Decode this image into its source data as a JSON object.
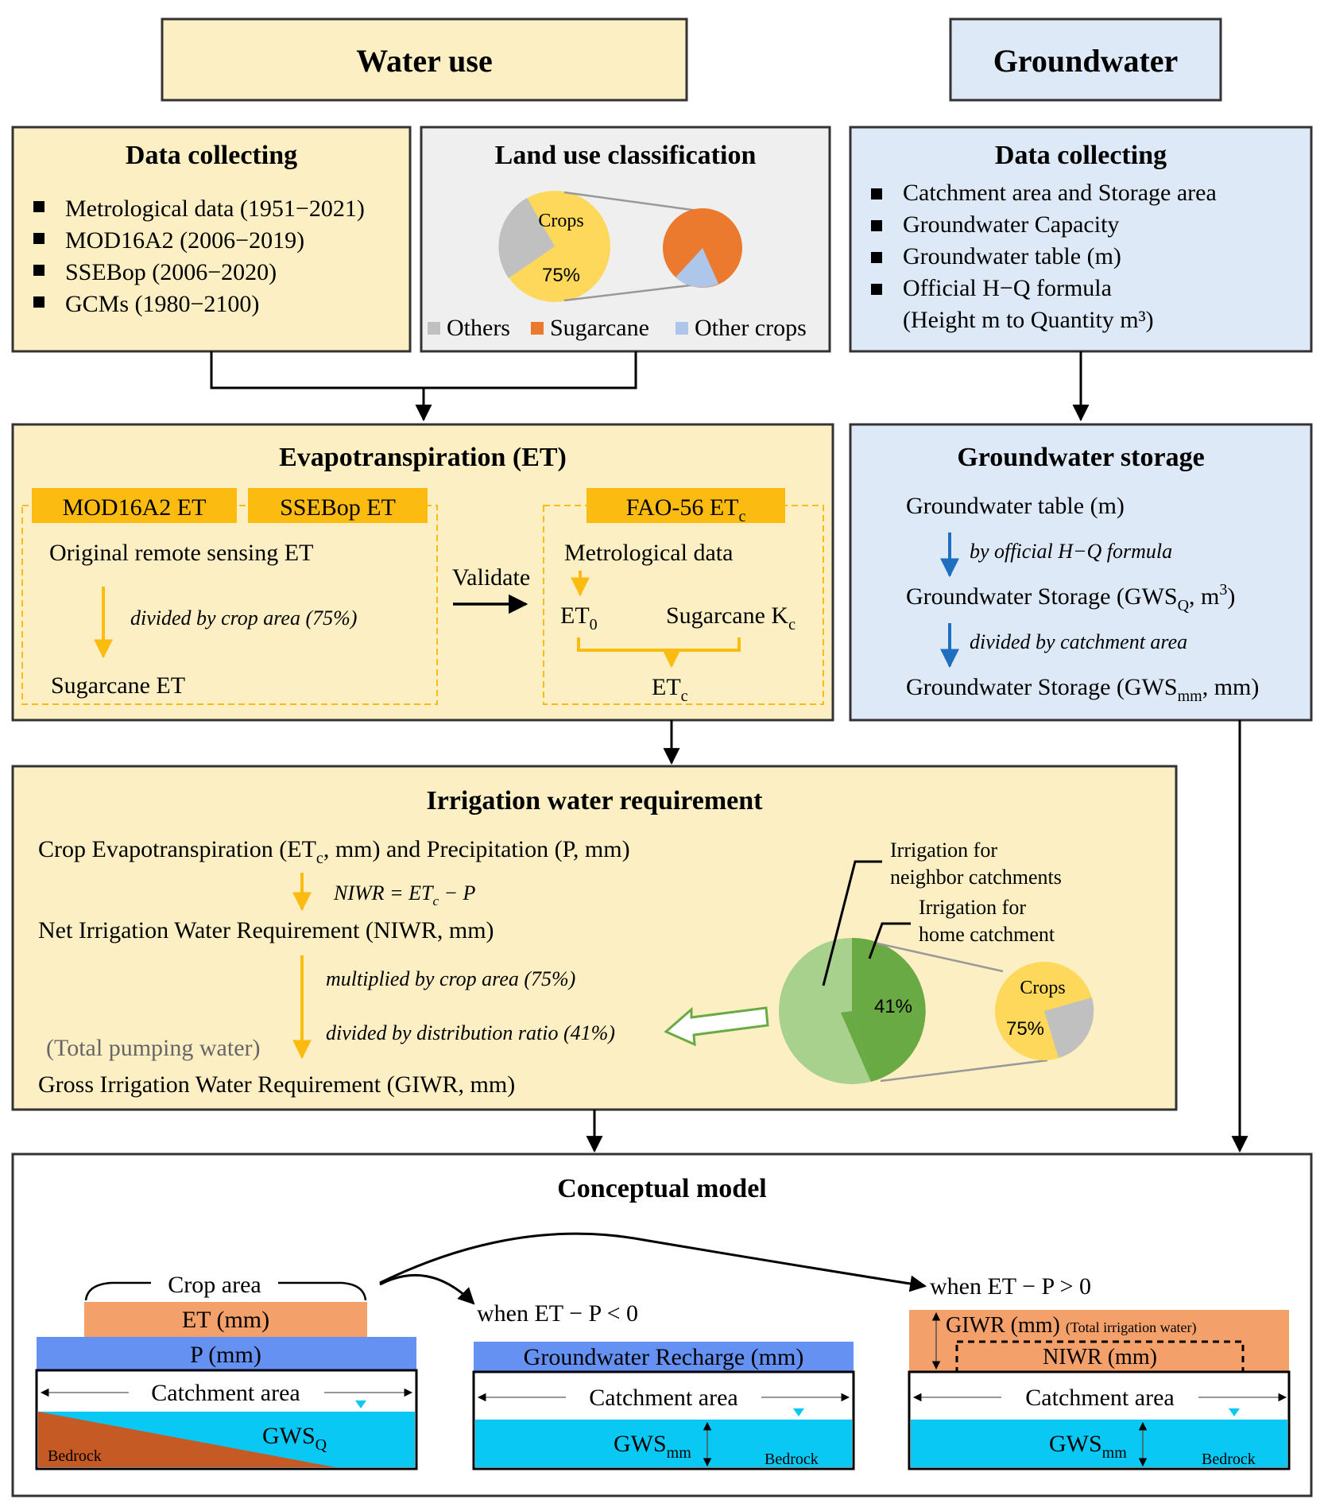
{
  "headers": {
    "water_use": "Water use",
    "groundwater": "Groundwater"
  },
  "data_collecting_left": {
    "title": "Data collecting",
    "items": [
      "Metrological data (1951−2021)",
      "MOD16A2 (2006−2019)",
      "SSEBop (2006−2020)",
      "GCMs (1980−2100)"
    ]
  },
  "land_use": {
    "title": "Land use classification",
    "pie_label": "Crops",
    "pie_pct": "75%",
    "legend": [
      "Others",
      "Sugarcane",
      "Other crops"
    ]
  },
  "data_collecting_right": {
    "title": "Data collecting",
    "items": [
      "Catchment area and Storage area",
      "Groundwater Capacity",
      "Groundwater table (m)",
      "Official H−Q formula"
    ],
    "note": "(Height m to Quantity m³)"
  },
  "et": {
    "title": "Evapotranspiration (ET)",
    "mod_tag": "MOD16A2 ET",
    "sse_tag": "SSEBop ET",
    "original": "Original remote sensing ET",
    "divided": "divided by crop area (75%)",
    "sugarcane_et": "Sugarcane ET",
    "validate": "Validate",
    "fao_tag": "FAO-56 ETc",
    "met_data": "Metrological data",
    "et0": "ET0",
    "kc": "Sugarcane Kc",
    "etc": "ETc"
  },
  "gw_storage": {
    "title": "Groundwater storage",
    "table": "Groundwater table (m)",
    "by_formula": "by official H−Q formula",
    "gws_q": "Groundwater Storage (GWSQ, m³)",
    "divided_catch": "divided by catchment area",
    "gws_mm": "Groundwater Storage (GWSmm, mm)"
  },
  "irrigation": {
    "title": "Irrigation water requirement",
    "crop_et": "Crop Evapotranspiration (ETc, mm) and Precipitation (P, mm)",
    "niwr_formula": "NIWR = ETc − P",
    "niwr": "Net Irrigation Water Requirement (NIWR, mm)",
    "multiplied": "multiplied by crop area (75%)",
    "divided_ratio": "divided by distribution ratio (41%)",
    "total_pumping": "(Total pumping water)",
    "giwr": "Gross Irrigation Water Requirement (GIWR, mm)",
    "neighbor": [
      "Irrigation for",
      "neighbor catchments"
    ],
    "home": [
      "Irrigation for",
      "home catchment"
    ],
    "pie_pct": "41%",
    "crops_label": "Crops",
    "crops_pct": "75%"
  },
  "conceptual": {
    "title": "Conceptual model",
    "crop_area": "Crop area",
    "et_mm": "ET (mm)",
    "p_mm": "P (mm)",
    "catchment": "Catchment area",
    "gws_q": "GWSQ",
    "bedrock": "Bedrock",
    "when_lt": "when ET − P < 0",
    "recharge": "Groundwater Recharge (mm)",
    "gws_mm": "GWSmm",
    "when_gt": "when ET − P > 0",
    "giwr": "GIWR (mm)",
    "total_irr": "(Total irrigation water)",
    "niwr": "NIWR (mm)"
  },
  "colors": {
    "water_fill": "#fdefc4",
    "gw_fill": "#dde9f6",
    "grey_fill": "#efefef",
    "orange_tag": "#fbbb10",
    "crops_yellow": "#fdd85a",
    "sugarcane": "#ec7a2e",
    "other_crops": "#aec6ea",
    "others_grey": "#c0c0c0",
    "green_light": "#a9d18e",
    "green_dark": "#6aaa44",
    "et_orange": "#f4a06a",
    "p_blue": "#6592f2",
    "water_cyan": "#0ac8f4",
    "bedrock": "#c55a24"
  }
}
